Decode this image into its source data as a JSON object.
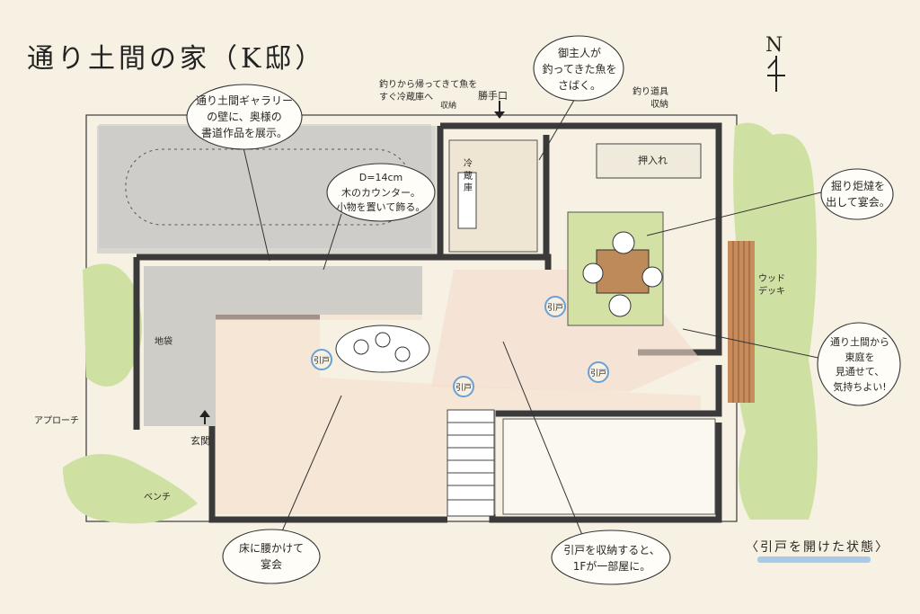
{
  "title": "通り土間の家（K邸）",
  "north": "N",
  "caption": "〈引戸を開けた状態〉",
  "bubbles": {
    "gallery": [
      "通り土間ギャラリー",
      "の壁に、奥様の",
      "書道作品を展示。"
    ],
    "counter": [
      "D=14cm",
      "木のカウンター。",
      "小物を置いて飾る。"
    ],
    "fish": [
      "御主人が",
      "釣ってきた魚を",
      "さばく。"
    ],
    "hearth": [
      "掘り炬燵を",
      "出して宴会。"
    ],
    "garden": [
      "通り土間から",
      "東庭を",
      "見通せて、",
      "気持ちよい!"
    ],
    "floor": [
      "床に腰かけて",
      "宴会"
    ],
    "slide": [
      "引戸を収納すると、",
      "1Fが一部屋に。"
    ]
  },
  "labels": {
    "fridge_note": [
      "釣りから帰ってきて魚を",
      "すぐ冷蔵庫へ"
    ],
    "storage_note": "収納",
    "kitchen_door": "勝手口",
    "fishing_gear": [
      "釣り道具",
      "収納"
    ],
    "fridge": [
      "冷",
      "蔵",
      "庫"
    ],
    "closet": "押入れ",
    "wood_deck": [
      "ウッド",
      "デッキ"
    ],
    "approach": "アプローチ",
    "ground_storage": "地袋",
    "entrance": "玄関",
    "bench": "ベンチ",
    "sliding_door": "引戸"
  }
}
